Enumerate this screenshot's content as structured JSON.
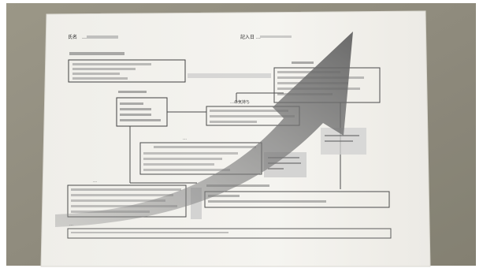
{
  "scene": {
    "description_visible": false,
    "background_color": "#8e8a7a",
    "paper_color": "#f3f2ee",
    "arrow_color": "#6e6e6e"
  },
  "document": {
    "header_left": "氏名　…",
    "header_right": "記入日 …",
    "section_a_title": "…の気持ち",
    "section_b_title": "…",
    "section_c_title": "…",
    "bottom_title": "…"
  }
}
